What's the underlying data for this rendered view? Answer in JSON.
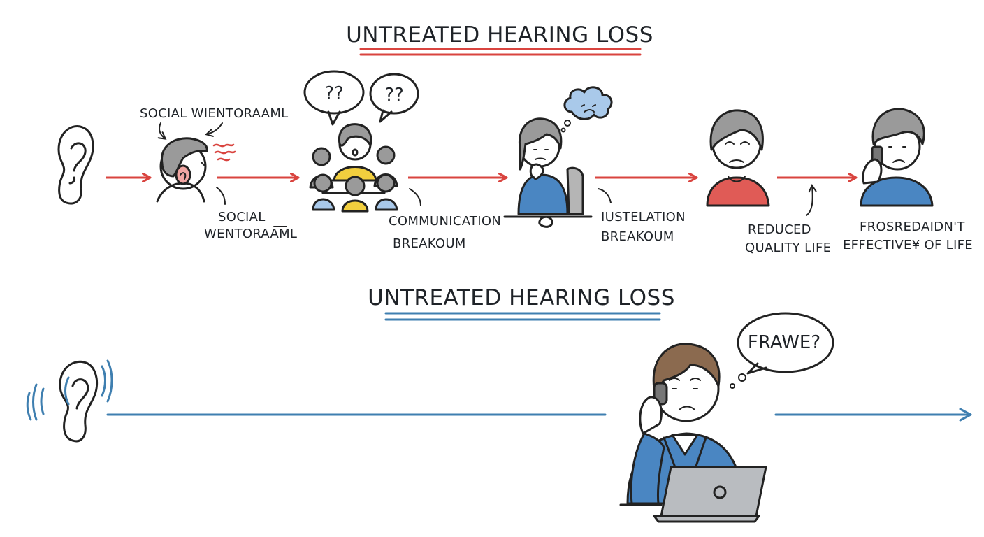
{
  "top": {
    "title": "UNTREATED HEARING LOSS",
    "callout_social_top": "SOCIAL WIENTORAAML",
    "bubble_left": "??",
    "bubble_right": "??",
    "label_social_line1": "SOCIAL",
    "label_social_line2": "WENTORAAML",
    "label_comm_line1": "COMMUNICATION",
    "label_comm_line2": "BREAKOUM",
    "label_iso_line1": "IUSTELATION",
    "label_iso_line2": "BREAKOUM",
    "label_reduced_line1": "REDUCED",
    "label_reduced_line2": "QUALITY LIFE",
    "label_final_line1": "FROSREDAIDN'T",
    "label_final_line2": "EFFECTIVE¥ OF LIFE"
  },
  "bottom": {
    "title": "UNTREATED HEARING LOSS",
    "speech_bubble": "FRAWE?"
  },
  "colors": {
    "red": "#d9443f",
    "blue": "#3f7fb0",
    "skin": "#ffffff",
    "hair_gray": "#9a9a9a",
    "hair_brown": "#8b6a4f",
    "shirt_blue": "#4a86c2",
    "shirt_red": "#e05b56",
    "shirt_yellow": "#f2cf3e",
    "cloud_blue": "#a9c9ea",
    "laptop_gray": "#b9bcc0"
  }
}
